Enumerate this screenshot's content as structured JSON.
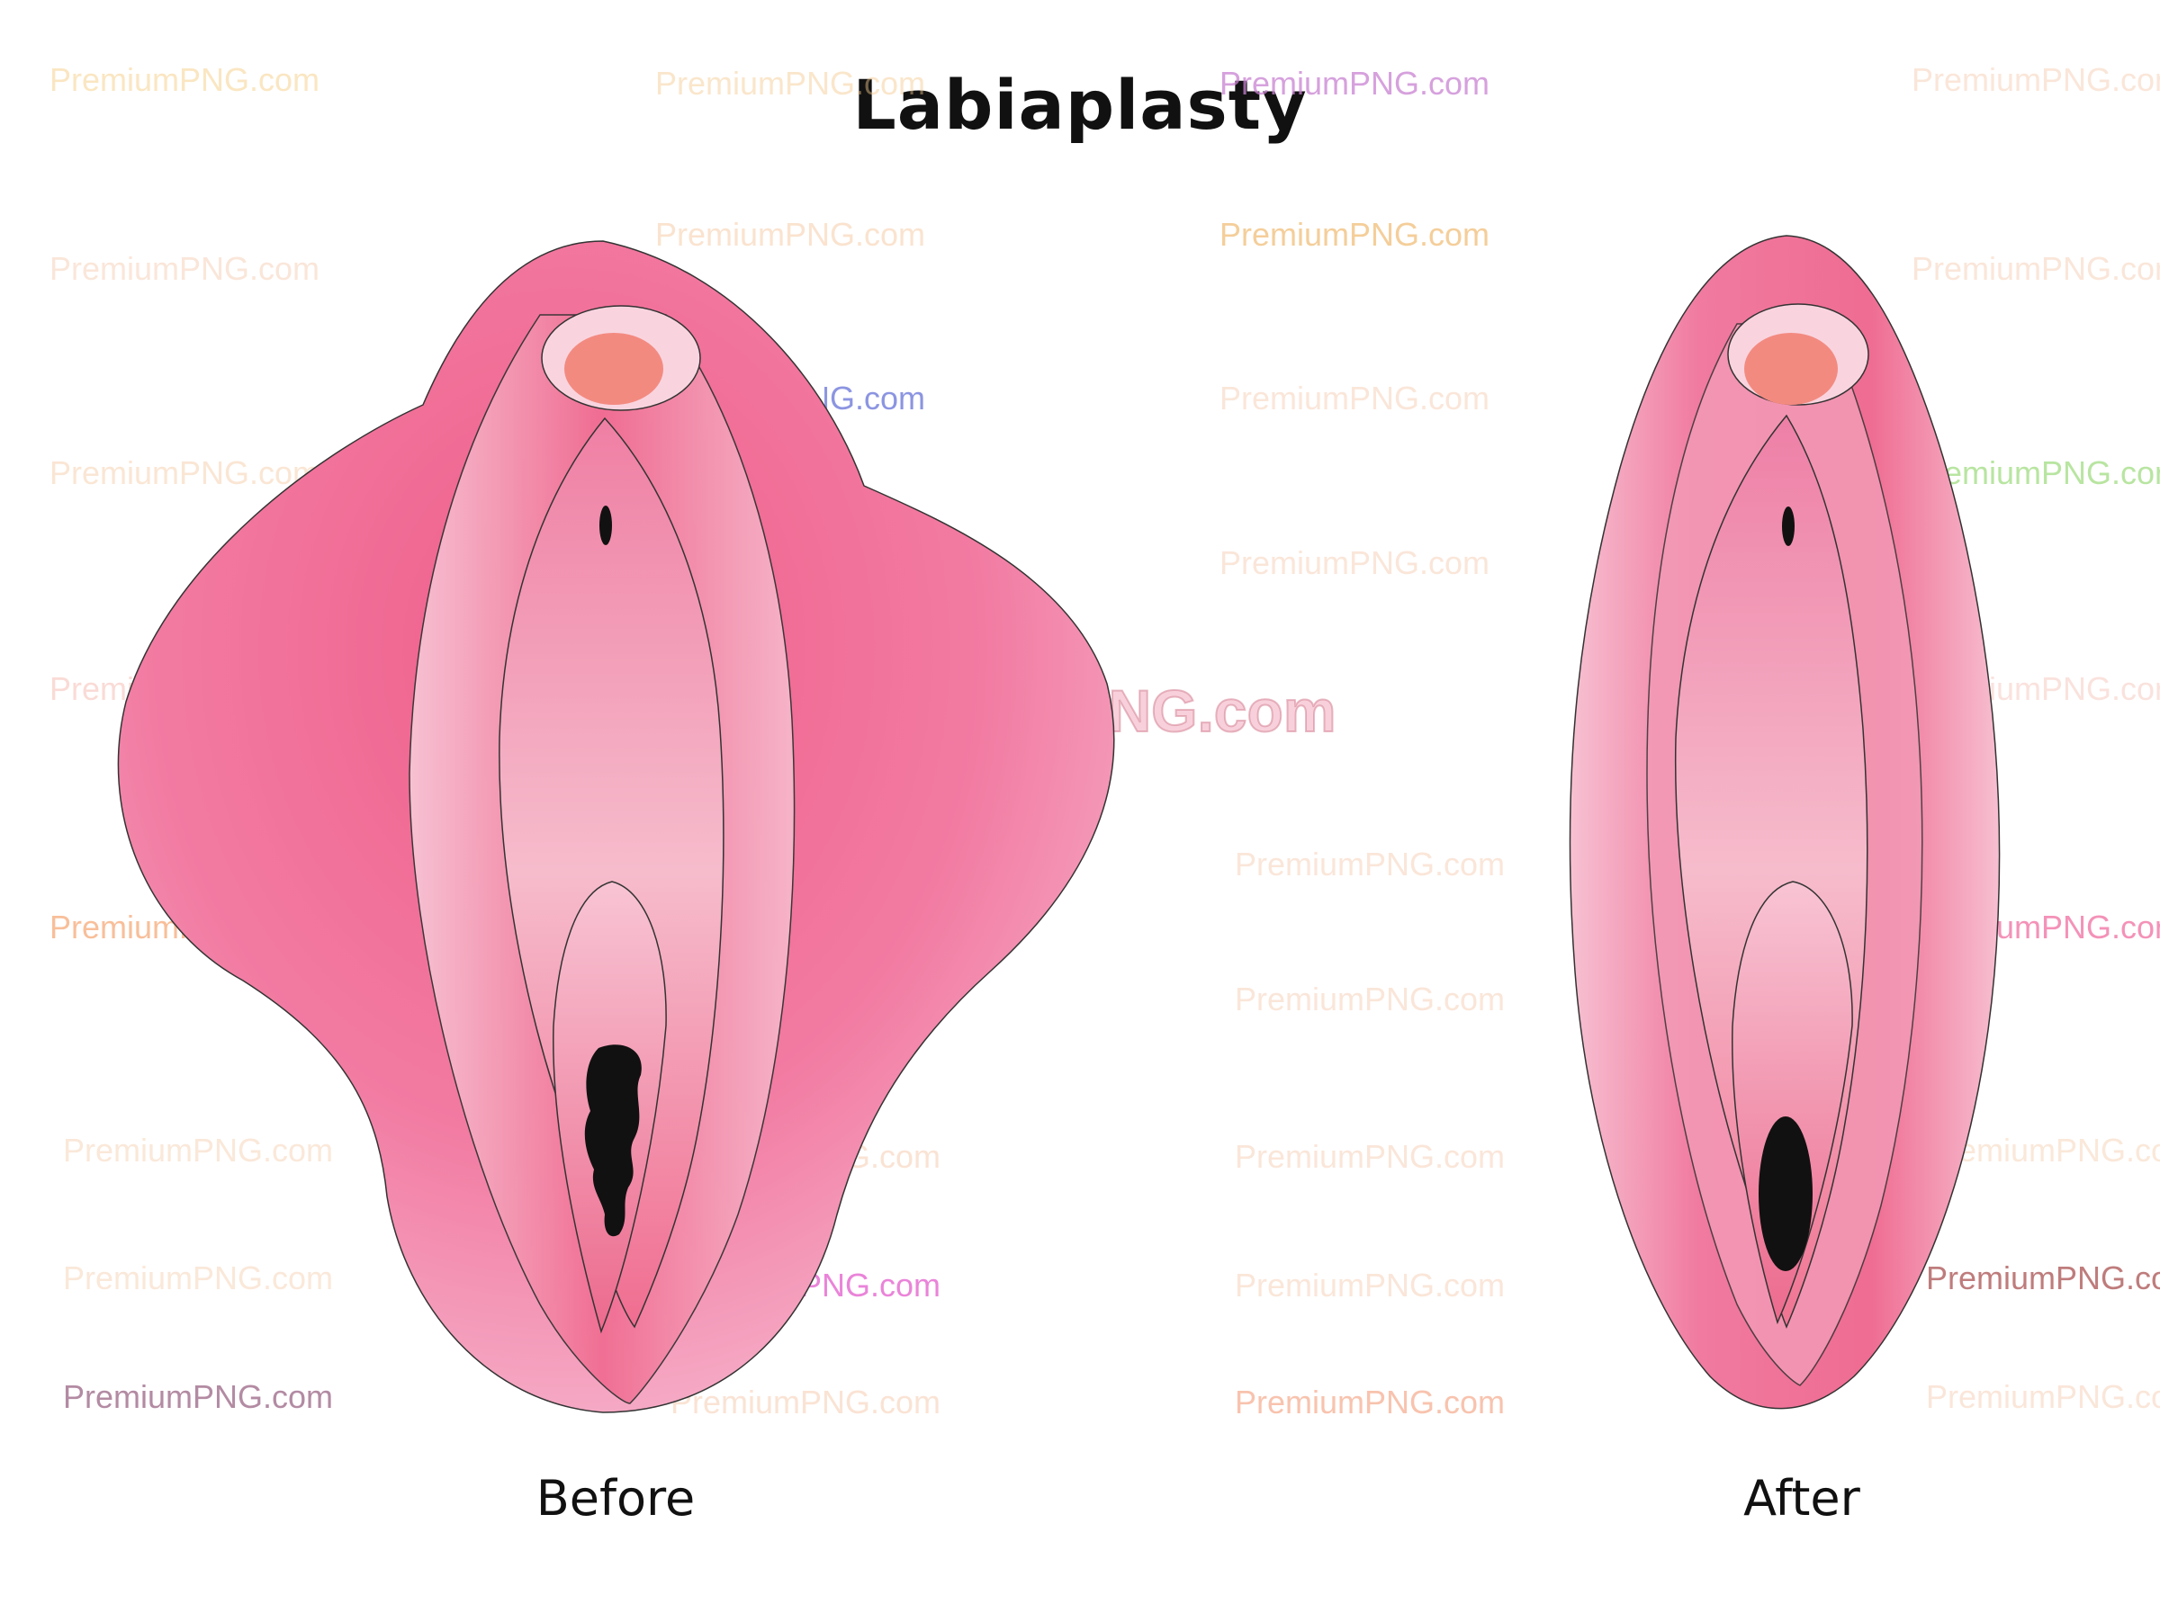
{
  "title": "Labiaplasty",
  "labels": {
    "before": "Before",
    "after": "After"
  },
  "watermark": {
    "text": "PremiumPNG.com",
    "big_text": "PremiumPNG.com"
  },
  "colors": {
    "outer_mid": "#ef6a92",
    "outer_light": "#f5a8c3",
    "inner_light": "#f5b8c8",
    "inner_mid": "#ef7ea0",
    "clitoral_hood": "#f7c9d6",
    "clitoris": "#f4897f",
    "opening": "#111111",
    "outline": "#333333"
  }
}
